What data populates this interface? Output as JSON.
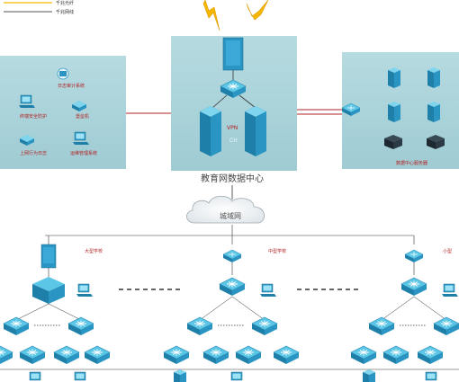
{
  "legend": {
    "items": [
      {
        "label": "千兆光纤",
        "color": "#f5b800"
      },
      {
        "label": "千兆网线",
        "color": "#555555"
      }
    ]
  },
  "left_panel": {
    "items": [
      {
        "label": "日志审计系统",
        "icon": "log-audit-icon"
      },
      {
        "label": "终端安全防护",
        "icon": "endpoint-security-icon"
      },
      {
        "label": "堡垒机",
        "icon": "bastion-host-icon"
      },
      {
        "label": "上网行为日志",
        "icon": "internet-behavior-log-icon"
      },
      {
        "label": "运维管理系统",
        "icon": "ops-management-icon"
      }
    ]
  },
  "center": {
    "title": "教育网数据中心",
    "badge_text": "VPN",
    "ch_text": "CH"
  },
  "right_panel": {
    "label": "数据中心服务器"
  },
  "cloud": {
    "label": "城域网"
  },
  "schools": [
    {
      "label": "大型学校"
    },
    {
      "label": "中型学校"
    },
    {
      "label": "小型"
    }
  ],
  "colors": {
    "panel": "#a8cfd6",
    "device_top": "#5cc6e6",
    "device_side": "#1e7fa8",
    "link_red": "#b22222",
    "lightning": "#f5b800"
  }
}
